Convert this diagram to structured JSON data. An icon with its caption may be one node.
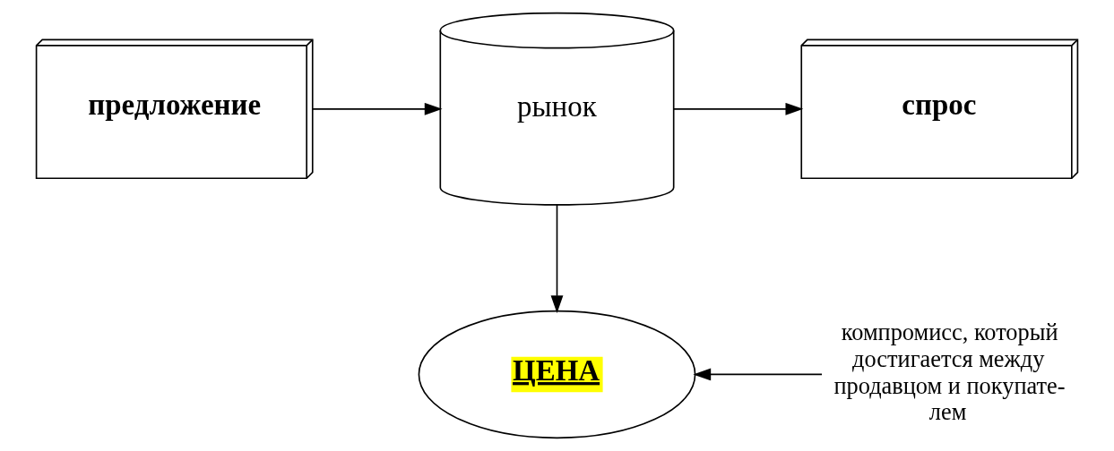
{
  "diagram": {
    "nodes": [
      {
        "text": [
          "предложение"
        ]
      },
      {
        "text": [
          "рынок"
        ]
      },
      {
        "text": [
          "спрос"
        ]
      },
      {
        "text": [
          "ЦЕНА"
        ]
      },
      {
        "text": [
          "компромисс, который достигается между продавцом и покупате- лем"
        ]
      }
    ],
    "edges": [
      {
        "from": 0,
        "to": 1,
        "arrow": "to"
      },
      {
        "from": 1,
        "to": 2,
        "arrow": "to"
      },
      {
        "from": 1,
        "to": 3,
        "arrow": "to"
      },
      {
        "from": 4,
        "to": 3,
        "arrow": "to"
      }
    ]
  }
}
